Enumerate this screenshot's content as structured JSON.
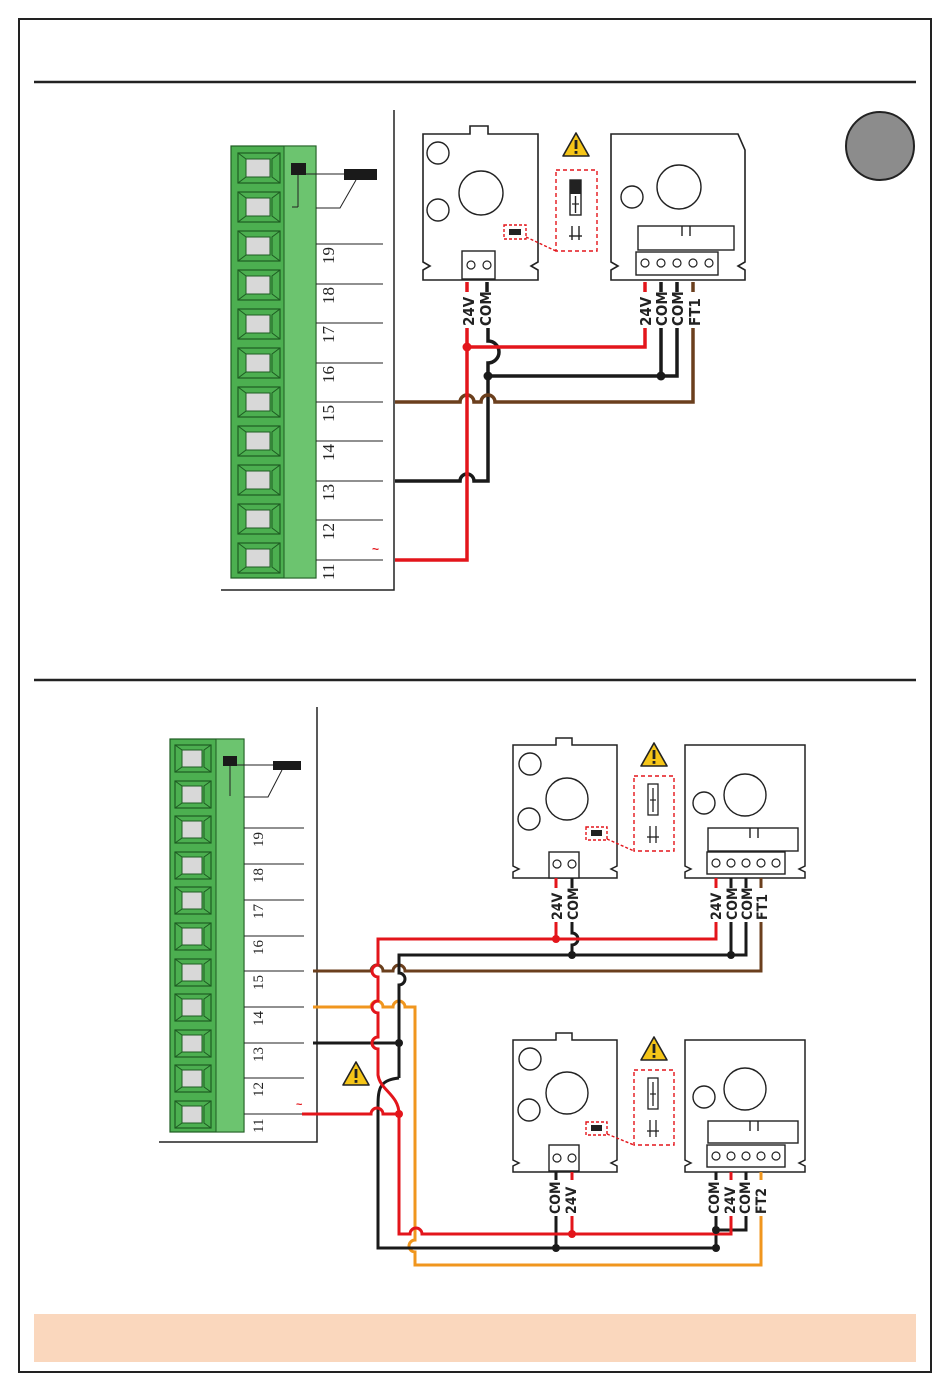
{
  "colors": {
    "frame": "#222222",
    "terminal_green": "#4caf50",
    "terminal_green_light": "#6cc46f",
    "wire_red": "#e3151b",
    "wire_black": "#1a1a1a",
    "wire_brown": "#6b3f1d",
    "wire_orange": "#f0961e",
    "warning_yellow": "#f5c518",
    "status_circle": "#8c8c8c",
    "note_band": "#fad7bd"
  },
  "icons": {
    "warning": "warning-triangle-icon",
    "jumper": "jumper-icon",
    "status": "status-circle-icon"
  },
  "section1": {
    "terminal_numbers": [
      "19",
      "18",
      "17",
      "16",
      "15",
      "14",
      "13",
      "12",
      "11"
    ],
    "ac_symbol": "~",
    "tx_labels": [
      "24V",
      "COM"
    ],
    "rx_labels": [
      "24V",
      "COM",
      "COM",
      "FT1"
    ]
  },
  "section2": {
    "terminal_numbers": [
      "19",
      "18",
      "17",
      "16",
      "15",
      "14",
      "13",
      "12",
      "11"
    ],
    "ac_symbol": "~",
    "tx1_labels": [
      "24V",
      "COM"
    ],
    "rx1_labels": [
      "24V",
      "COM",
      "COM",
      "FT1"
    ],
    "tx2_labels": [
      "COM",
      "24V"
    ],
    "rx2_labels": [
      "COM",
      "24V",
      "COM",
      "FT2"
    ]
  }
}
